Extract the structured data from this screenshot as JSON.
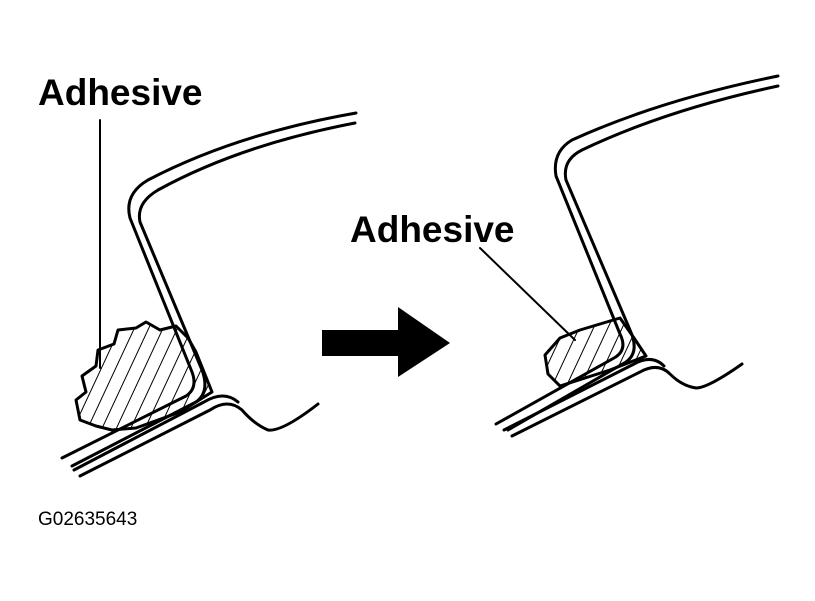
{
  "labels": {
    "before_adhesive": "Adhesive",
    "after_adhesive": "Adhesive",
    "figure_code": "G02635643"
  },
  "icons": {
    "transition": "right-arrow-icon"
  },
  "colors": {
    "ink": "#000000",
    "background": "#ffffff"
  }
}
